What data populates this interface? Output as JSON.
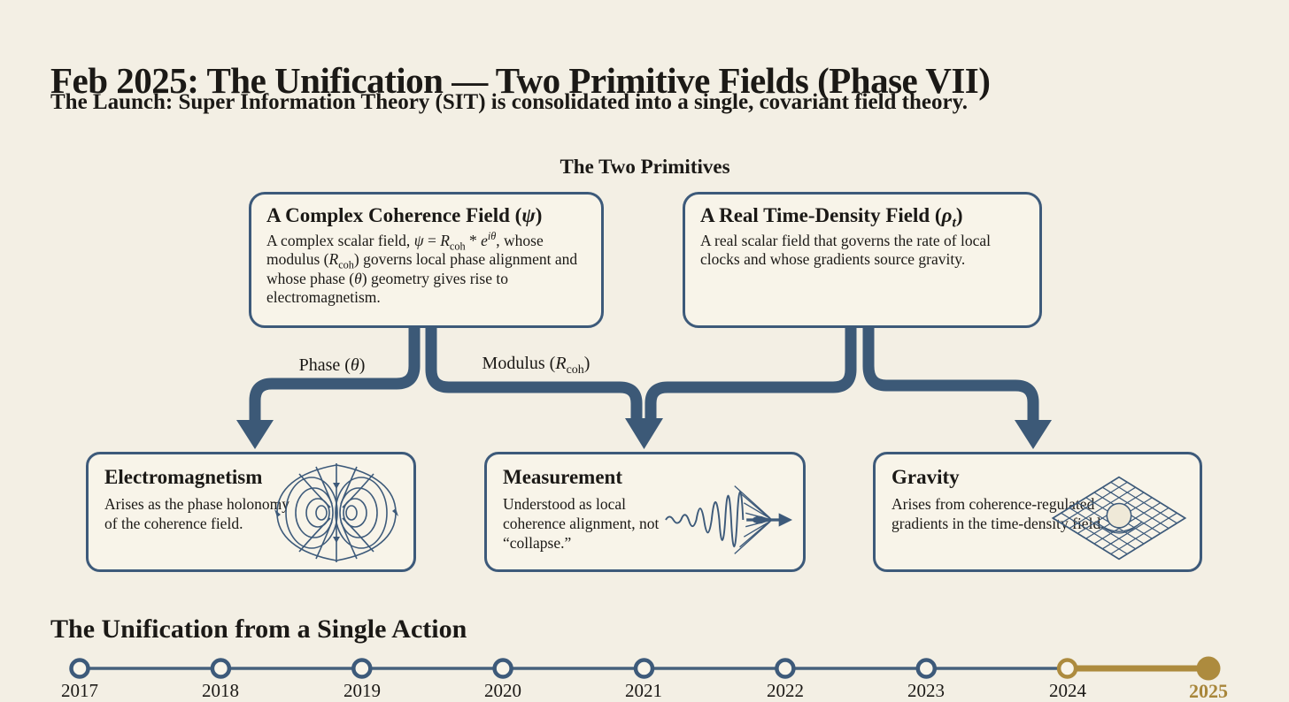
{
  "theme": {
    "bg": "#f3efe4",
    "box_fill": "#f8f4e9",
    "ink": "#3d5a7a",
    "pipe": "#3c5977",
    "line": "#46617c",
    "gold": "#ad8b3e",
    "gold_text": "#a8863a",
    "text": "#1b1916"
  },
  "header": {
    "title": "Feb 2025: The Unification — Two Primitive Fields (Phase VII)",
    "subtitle": "The Launch: Super Information Theory (SIT) is consolidated into a single, covariant field theory."
  },
  "primitives": {
    "heading": "The Two Primitives",
    "boxes": [
      {
        "title_html": "A Complex Coherence Field (<i>ψ</i>)",
        "body_html": "A complex scalar field, <i>ψ</i> = <i>R</i><sub>coh</sub> * <i>e</i><sup><i>iθ</i></sup>, whose modulus (<i>R</i><sub>coh</sub>) governs local phase alignment and whose phase (<i>θ</i>) geometry gives rise to electromagnetism."
      },
      {
        "title_html": "A Real Time-Density Field (<i>ρ</i><sub><i>t</i></sub>)",
        "body_html": "A real scalar field that governs the rate of local clocks and whose gradients source gravity."
      }
    ]
  },
  "flows": {
    "labels": [
      {
        "html": "Phase (<i>θ</i>)"
      },
      {
        "html": "Modulus (<i>R</i><sub>coh</sub>)"
      }
    ],
    "arrow_color": "#3c5977"
  },
  "outcomes": [
    {
      "title": "Electromagnetism",
      "body": "Arises as the phase holonomy of the coherence field.",
      "icon": "dipole-field-icon"
    },
    {
      "title": "Measurement",
      "body": "Understood as local coherence alignment, not “collapse.”",
      "icon": "wave-collapse-icon"
    },
    {
      "title": "Gravity",
      "body": "Arises from coherence-regulated gradients in the time-density field.",
      "icon": "spacetime-grid-icon"
    }
  ],
  "footer": {
    "heading": "The Unification from a Single Action",
    "timeline": {
      "years": [
        "2017",
        "2018",
        "2019",
        "2020",
        "2021",
        "2022",
        "2023",
        "2024",
        "2025"
      ],
      "highlight_year": "2025"
    }
  }
}
